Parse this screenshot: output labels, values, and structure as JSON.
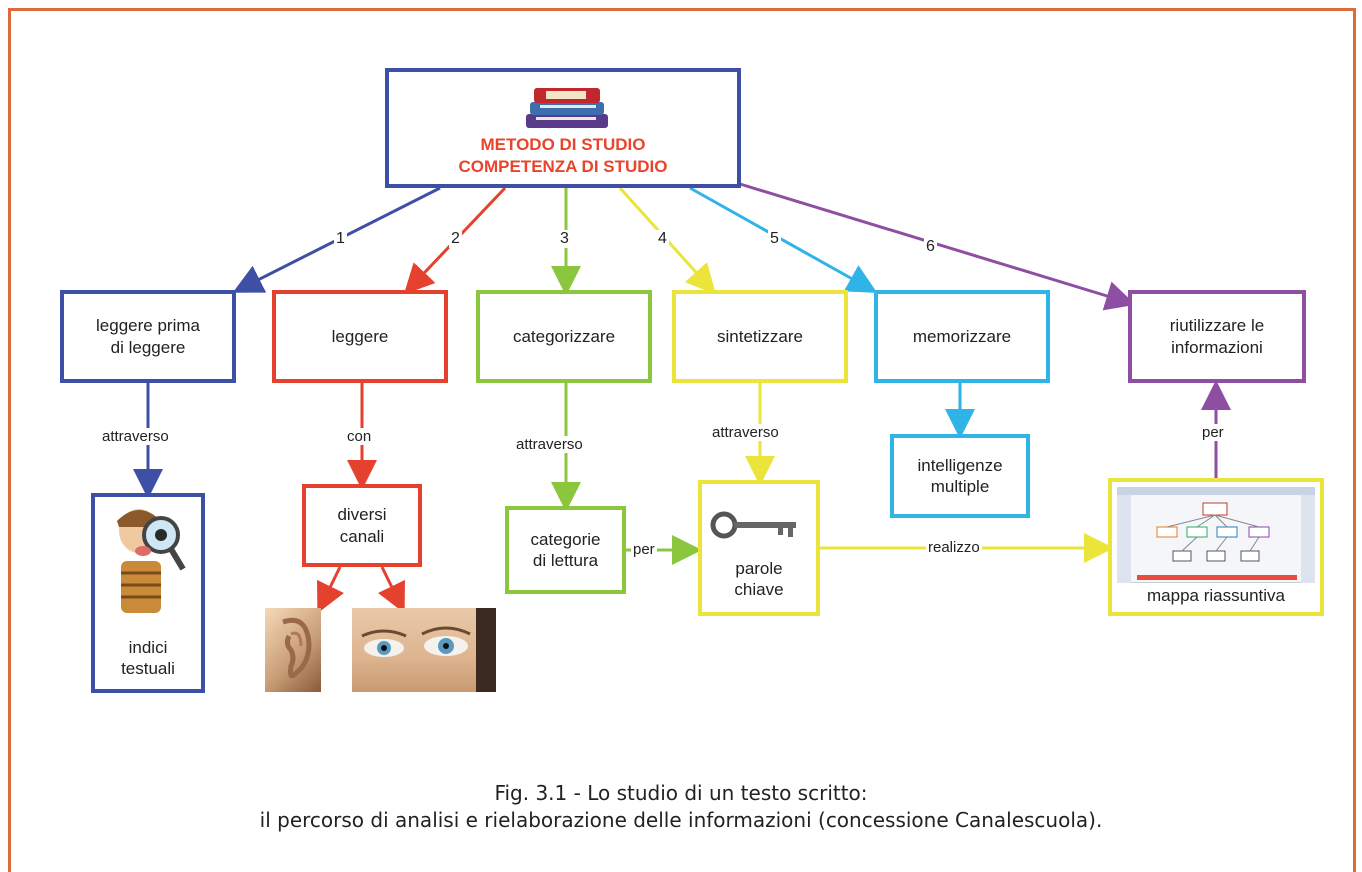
{
  "root": {
    "line1": "METODO DI STUDIO",
    "line2": "COMPETENZA DI STUDIO",
    "icon": "books-icon"
  },
  "branches": [
    {
      "num": "1",
      "label": "leggere prima\ndi leggere",
      "color": "#3e4fa6"
    },
    {
      "num": "2",
      "label": "leggere",
      "color": "#e5412f"
    },
    {
      "num": "3",
      "label": "categorizzare",
      "color": "#8cc63f"
    },
    {
      "num": "4",
      "label": "sintetizzare",
      "color": "#eae43b"
    },
    {
      "num": "5",
      "label": "memorizzare",
      "color": "#30b3e6"
    },
    {
      "num": "6",
      "label": "riutilizzare le\ninformazioni",
      "color": "#8e4ea1"
    }
  ],
  "links": {
    "attraverso": "attraverso",
    "con": "con",
    "per": "per",
    "realizzo": "realizzo"
  },
  "nodes": {
    "indici": "indici\ntestuali",
    "canali": "diversi\ncanali",
    "categorie": "categorie\ndi lettura",
    "parole": "parole\nchiave",
    "intelligenze": "intelligenze\nmultiple",
    "mappa": "mappa riassuntiva"
  },
  "images": {
    "detective": "detective-magnifier-icon",
    "ear": "ear-photo",
    "eyes": "eyes-photo",
    "key": "key-icon",
    "mappa_thumb": "concept-map-screenshot"
  },
  "caption": {
    "line1": "Fig. 3.1 - Lo studio di un testo scritto:",
    "line2": "il percorso di analisi e rielaborazione delle informazioni (concessione Canalescuola)."
  }
}
